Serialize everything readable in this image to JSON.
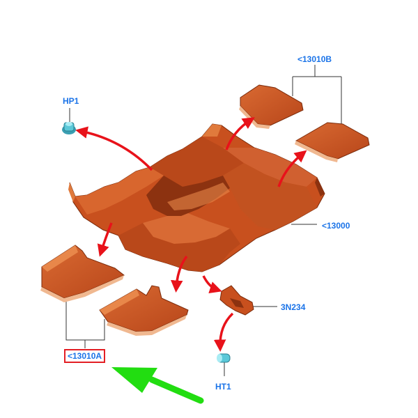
{
  "labels": {
    "hp1": "HP1",
    "rear_mats": "<13010B",
    "carpet": "<13000",
    "bracket": "3N234",
    "front_mats": "<13010A",
    "ht1": "HT1"
  },
  "colors": {
    "label_text": "#1a73e8",
    "part_fill": "#c8501e",
    "part_light": "#e07a3c",
    "part_dark": "#8c3210",
    "arrow_red": "#e8121a",
    "arrow_green": "#22dd11",
    "clip_cyan": "#5bc8d8",
    "highlight_box": "#e31e24",
    "leader": "#333333"
  },
  "icons": {
    "hp1_part": "push-pin-clip-icon",
    "ht1_part": "retainer-clip-icon"
  }
}
